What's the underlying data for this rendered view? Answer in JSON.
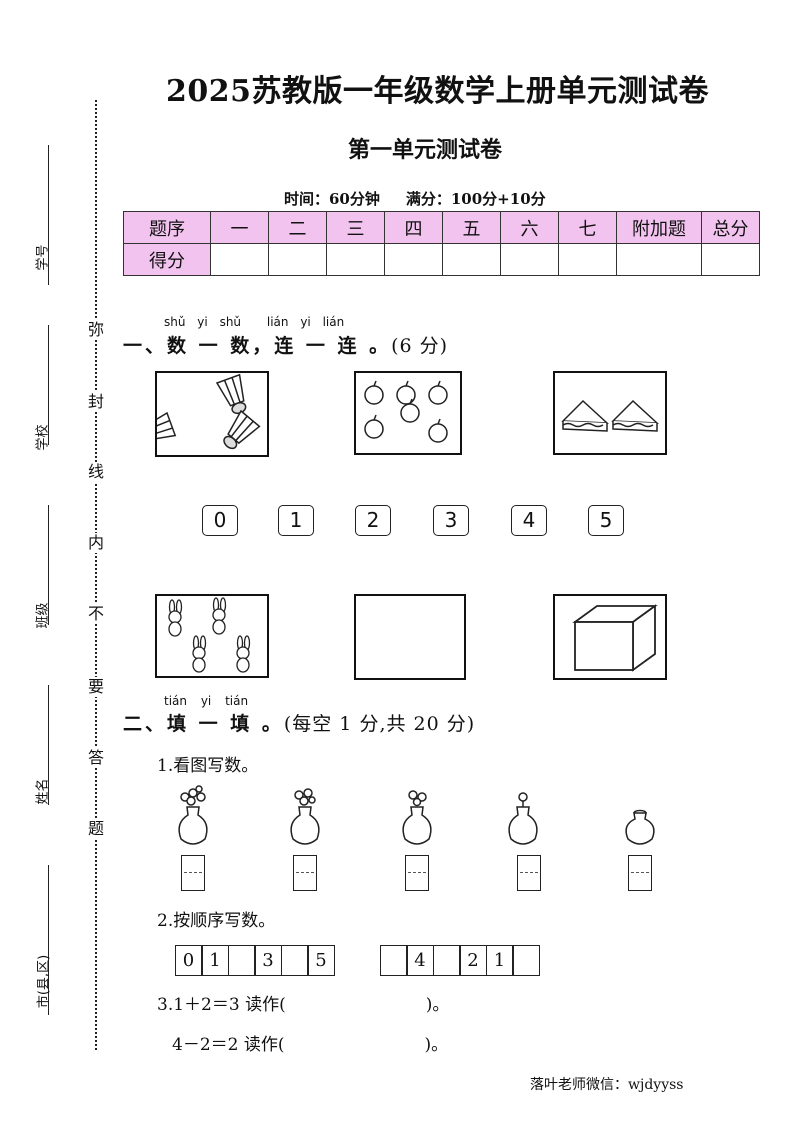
{
  "title": "2025苏教版一年级数学上册单元测试卷",
  "subtitle": "第一单元测试卷",
  "exam_info": {
    "time": "时间：60分钟",
    "full_score": "满分：100分+10分"
  },
  "score_table": {
    "headers": [
      "题序",
      "一",
      "二",
      "三",
      "四",
      "五",
      "六",
      "七",
      "附加题",
      "总分"
    ],
    "row_label": "得分"
  },
  "side_labels": [
    "学号",
    "学校",
    "班级",
    "姓名",
    "市(县,区)"
  ],
  "seal_chars": [
    "弥",
    "封",
    "线",
    "内",
    "不",
    "要",
    "答",
    "题"
  ],
  "section1": {
    "pinyin": [
      "shǔ",
      "yi",
      "shǔ",
      "lián",
      "yi",
      "lián"
    ],
    "title": "一、数 一 数，连 一 连 。",
    "points": "(6 分)",
    "top_pictures": [
      "badminton-shuttlecocks",
      "apples",
      "sandwiches"
    ],
    "numbers": [
      "0",
      "1",
      "2",
      "3",
      "4",
      "5"
    ],
    "bottom_pictures": [
      "rabbits",
      "empty-box",
      "cube"
    ]
  },
  "section2": {
    "pinyin": [
      "tián",
      "yi",
      "tián"
    ],
    "title": "二、填 一 填 。",
    "points": "(每空 1 分,共 20 分)",
    "q1": "1.看图写数。",
    "q2": "2.按顺序写数。",
    "seq1": [
      "0",
      "1",
      "",
      "3",
      "",
      "5"
    ],
    "seq2": [
      "",
      "4",
      "",
      "2",
      "1",
      ""
    ],
    "q3a": "3.1＋2＝3 读作(",
    "q3b": "4－2＝2 读作(",
    "q3_end": ")。"
  },
  "footer": "落叶老师微信：wjdyyss"
}
